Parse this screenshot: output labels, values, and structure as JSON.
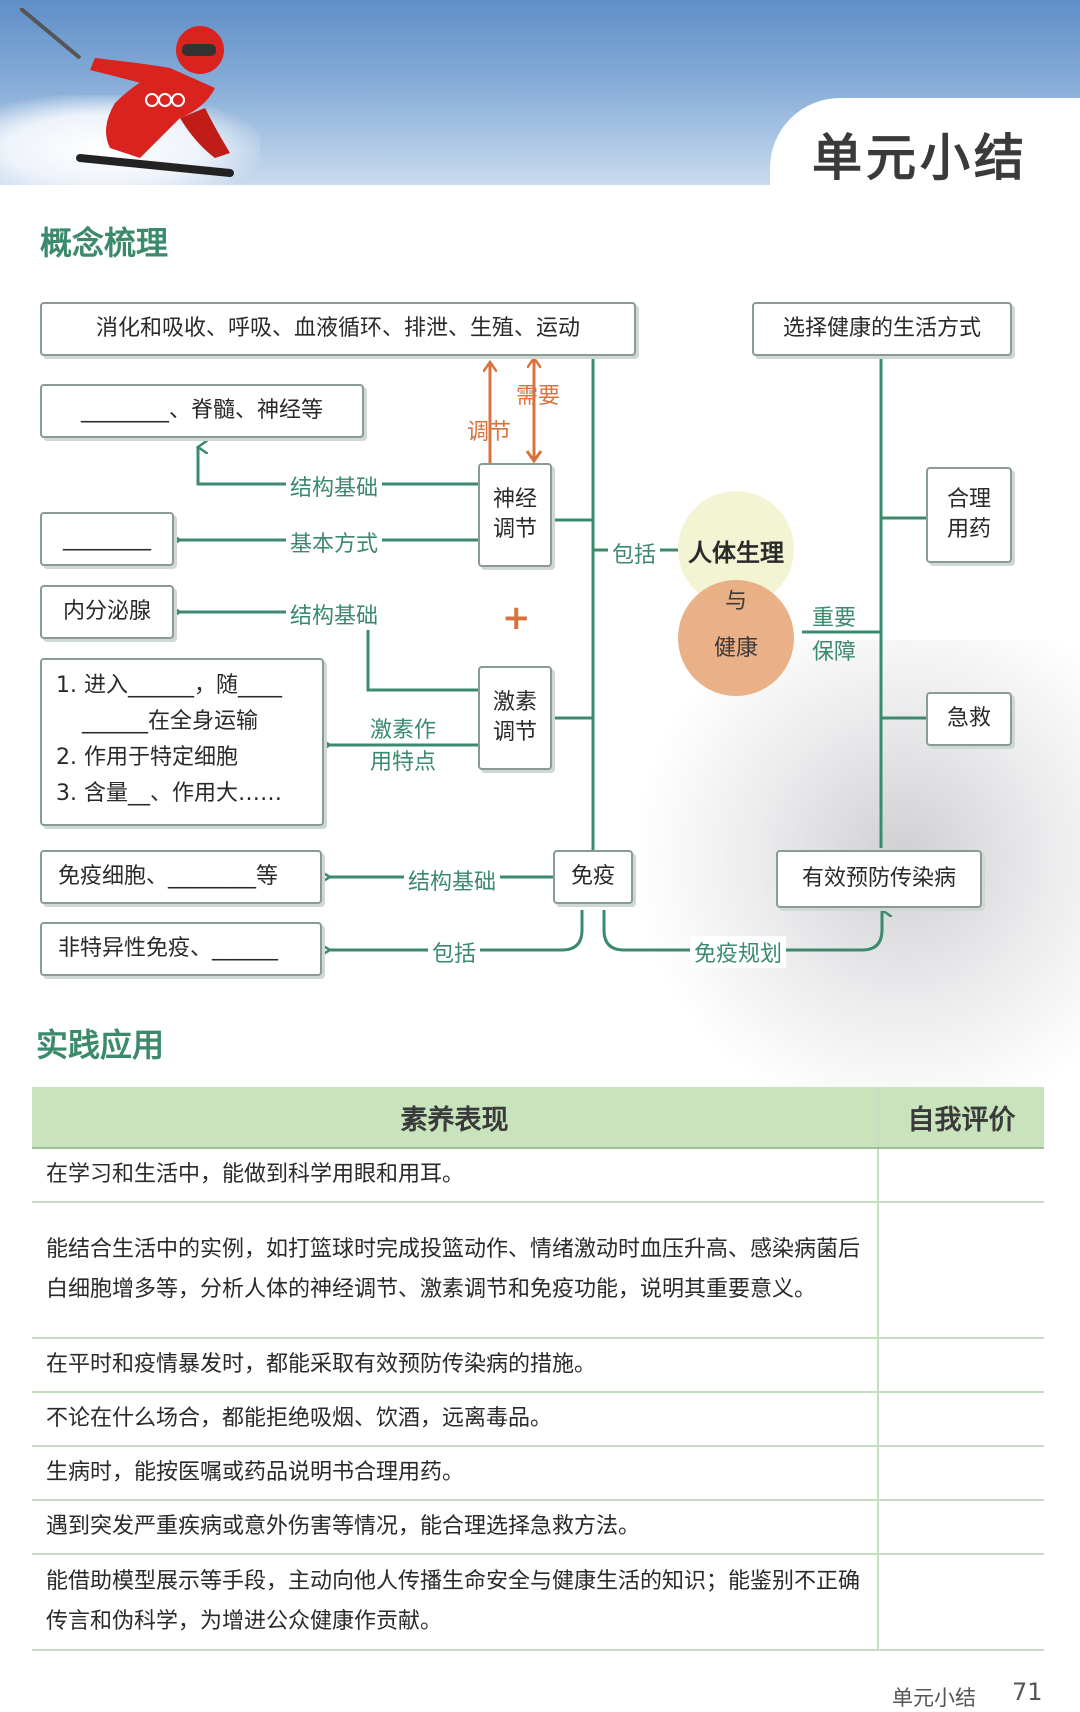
{
  "header": {
    "title": "单元小结"
  },
  "sections": {
    "concept": "概念梳理",
    "practice": "实践应用"
  },
  "map": {
    "systems": "消化和吸收、呼吸、血液循环、排泄、生殖、运动",
    "nerve_struct": "________、脊髓、神经等",
    "nerve_mode": "________",
    "endocrine": "内分泌腺",
    "hormone_features": [
      "1. 进入______，随____",
      "______在全身运输",
      "2. 作用于特定细胞",
      "3. 含量__、作用大……"
    ],
    "immune_struct": "免疫细胞、________等",
    "immune_types": "非特异性免疫、______",
    "nerve_reg": "神经调节",
    "hormone_reg": "激素调节",
    "immunity": "免疫",
    "lifestyle": "选择健康的生活方式",
    "medicine": "合理用药",
    "first_aid": "急救",
    "prevent": "有效预防传染病",
    "center_top": "人体生理",
    "center_mid": "与",
    "center_bottom": "健康",
    "labels": {
      "need": "需要",
      "regulate": "调节",
      "struct_basis_1": "结构基础",
      "basic_mode": "基本方式",
      "struct_basis_2": "结构基础",
      "hormone_feature": "激素作用特点",
      "struct_basis_3": "结构基础",
      "include_1": "包括",
      "include_2": "包括",
      "important_guarantee": "重要保障",
      "immune_plan": "免疫规划",
      "plus": "+"
    }
  },
  "table": {
    "headers": [
      "素养表现",
      "自我评价"
    ],
    "rows": [
      "在学习和生活中，能做到科学用眼和用耳。",
      "能结合生活中的实例，如打篮球时完成投篮动作、情绪激动时血压升高、感染病菌后白细胞增多等，分析人体的神经调节、激素调节和免疫功能，说明其重要意义。",
      "在平时和疫情暴发时，都能采取有效预防传染病的措施。",
      "不论在什么场合，都能拒绝吸烟、饮酒，远离毒品。",
      "生病时，能按医嘱或药品说明书合理用药。",
      "遇到突发严重疾病或意外伤害等情况，能合理选择急救方法。",
      "能借助模型展示等手段，主动向他人传播生命安全与健康生活的知识；能鉴别不正确传言和伪科学，为增进公众健康作贡献。"
    ]
  },
  "footer": {
    "label": "单元小结",
    "page": "71"
  },
  "colors": {
    "accent_green": "#3c8a6c",
    "accent_orange": "#d8733e",
    "table_header": "#c9e3bd"
  }
}
